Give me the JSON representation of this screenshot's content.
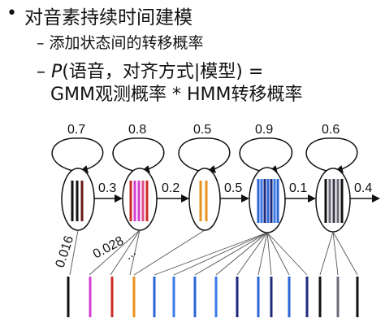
{
  "bullet": {
    "marker": "•",
    "title": "对音素持续时间建模"
  },
  "sub_items": [
    {
      "dash": "–",
      "text": "添加状态间的转移概率"
    },
    {
      "dash": "–",
      "text_italic": "P",
      "text": "(语音，对齐方式|模型) ="
    },
    {
      "text": "GMM观测概率 * HMM转移概率"
    }
  ],
  "diagram": {
    "self_loops": [
      "0.7",
      "0.8",
      "0.5",
      "0.9",
      "0.6"
    ],
    "transitions": [
      "0.3",
      "0.2",
      "0.5",
      "0.1",
      "0.4"
    ],
    "emissions": [
      "0.016",
      "0.028",
      "..."
    ],
    "colors": {
      "black": "#111111",
      "red": "#cc2a24",
      "magenta": "#d43fd2",
      "orange": "#e8901c",
      "blue": "#2d65d6",
      "navy": "#1d2a7a",
      "gray": "#6a6a7a"
    }
  }
}
